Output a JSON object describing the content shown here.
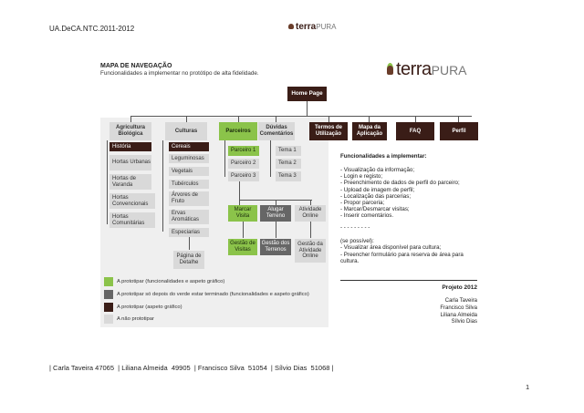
{
  "header": {
    "doc_code": "UA.DeCA.NTC.2011-2012",
    "logo_bold": "terra",
    "logo_light": "PURA"
  },
  "slide": {
    "title": "MAPA DE NAVEGAÇÃO",
    "subtitle": "Funcionalidades a implementar no protótipo de alta fidelidade.",
    "logo_bold": "terra",
    "logo_light": "PURA"
  },
  "nodes": {
    "home": "Home Page",
    "agricultura": "Agricultura Biológica",
    "culturas": "Culturas",
    "parceiros": "Parceiros",
    "duvidas": "Dúvidas Comentários",
    "termos": "Termos de Utilização",
    "mapa": "Mapa da Aplicação",
    "faq": "FAQ",
    "perfil": "Perfil",
    "agri_items": [
      "História",
      "Hortas Urbanas",
      "Hortas de Varanda",
      "Hortas Convencionais",
      "Hortas Comunitárias"
    ],
    "cult_items": [
      "Cereais",
      "Leguminosas",
      "Vegetais",
      "Tubérculos",
      "Árvores de Fruto",
      "Ervas Aromáticas",
      "Especiarias"
    ],
    "pagina_detalhe": "Página de Detalhe",
    "parceiro_items": [
      "Parceiro 1",
      "Parceiro 2",
      "Parceiro 3"
    ],
    "tema_items": [
      "Tema 1",
      "Tema 2",
      "Tema 3"
    ],
    "marcar_visita": "Marcar Visita",
    "alugar_terreno": "Alugar Terreno",
    "atividade_online": "Atividade Online",
    "gestao_visitas": "Gestão de Visitas",
    "gestao_terrenos": "Gestão dos Terrenos",
    "gestao_atividade": "Gestão da Atividade Online"
  },
  "functionalities": {
    "title": "Funcionalidades a implementar:",
    "items": [
      "- Visualização da informação;",
      "- Login e registo;",
      "- Preenchimento de dados de perfil do parceiro;",
      "- Upload de imagem de perfil;",
      "- Localização das parcerias;",
      "- Propor parceria;",
      "- Marcar/Desmarcar visitas;",
      "- Inserir comentários."
    ],
    "separator": "- - - - - - - - -",
    "optional_title": "(se possível):",
    "optional_items": [
      "- Visualizar área disponível para cultura;",
      "- Preencher formulário para reserva de área para cultura."
    ]
  },
  "legend": [
    {
      "label": "A prototipar (funcionalidades e aspeto gráfico)",
      "color": "#8bc34a"
    },
    {
      "label": "A prototipar só depois do verde estar terminado (funcionalidades e aspeto gráfico)",
      "color": "#666666"
    },
    {
      "label": "A prototipar (aspeto gráfico)",
      "color": "#3a1d17"
    },
    {
      "label": "A não prototipar",
      "color": "#d9d9d9"
    }
  ],
  "project": {
    "title": "Projeto 2012",
    "authors": [
      "Carla Taveira",
      "Francisco Silva",
      "Liliana Almeida",
      "Sílvio Dias"
    ]
  },
  "footer": {
    "authors_line": "| Carla Taveira 47065  | Liliana Almeida  49905  | Francisco Silva  51054  | Sílvio Dias  51068 |",
    "page_number": "1"
  }
}
